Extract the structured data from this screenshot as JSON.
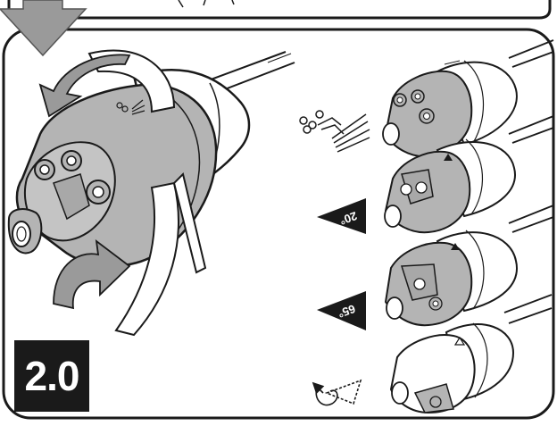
{
  "step": {
    "number": "2.0"
  },
  "modes": [
    {
      "name": "rotating-jets",
      "icon": "multi-jet-spray-icon",
      "label": ""
    },
    {
      "name": "angle-20",
      "icon": "wedge-20-icon",
      "label": "20°"
    },
    {
      "name": "angle-65",
      "icon": "wedge-65-icon",
      "label": "65°"
    },
    {
      "name": "rotary",
      "icon": "rotary-spray-icon",
      "label": ""
    }
  ],
  "colors": {
    "outline": "#1a1a1a",
    "body_gray": "#b4b4b4",
    "arrow_gray": "#9a9a9a",
    "badge_bg": "#1a1a1a",
    "badge_text": "#ffffff"
  }
}
